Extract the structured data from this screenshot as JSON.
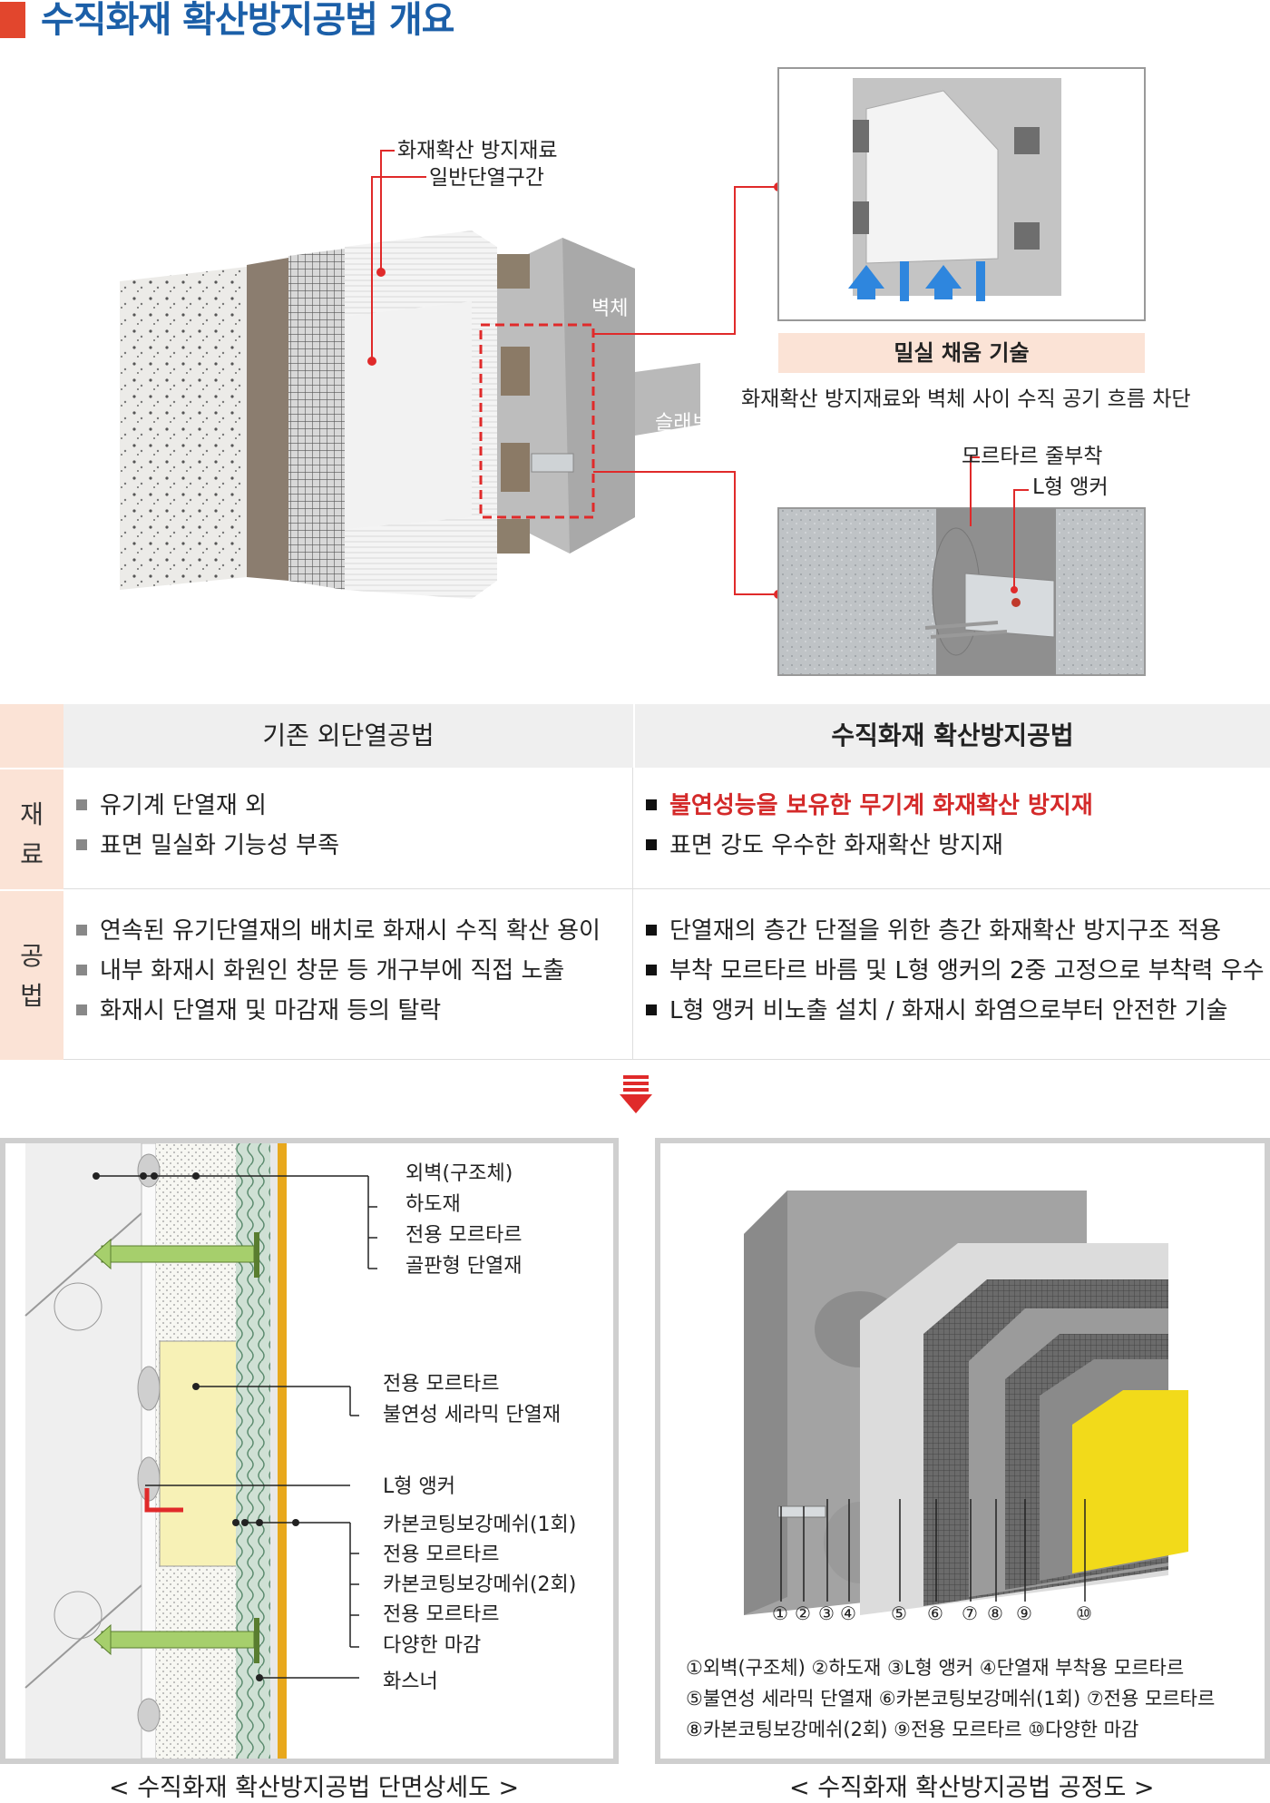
{
  "header": {
    "title": "수직화재 확산방지공법 개요"
  },
  "top_figure": {
    "labels": {
      "fire_material": "화재확산 방지재료",
      "general_zone": "일반단열구간",
      "wall": "벽체",
      "slab": "슬래브"
    },
    "callout_title": "밀실 채움 기술",
    "callout_desc": "화재확산 방지재료와 벽체 사이 수직 공기 흐름 차단",
    "anchor_labels": {
      "mortar": "모르타르 줄부착",
      "l_anchor": "L형 앵커"
    }
  },
  "comparison": {
    "col1": "기존 외단열공법",
    "col2": "수직화재 확산방지공법",
    "rows": [
      {
        "head": [
          "재",
          "료"
        ],
        "left": [
          "유기계 단열재 외",
          "표면 밀실화 기능성 부족"
        ],
        "right": [
          "불연성능을 보유한 무기계 화재확산 방지재",
          "표면 강도 우수한 화재확산 방지재"
        ]
      },
      {
        "head": [
          "공",
          "법"
        ],
        "left": [
          "연속된 유기단열재의 배치로 화재시 수직 확산 용이",
          "내부 화재시 화원인 창문 등 개구부에 직접 노출",
          "화재시 단열재 및 마감재 등의 탈락"
        ],
        "right": [
          "단열재의 층간 단절을 위한 층간 화재확산 방지구조 적용",
          "부착 모르타르 바름 및 L형 앵커의 2중 고정으로 부착력 우수",
          "L형 앵커 비노출 설치 / 화재시 화염으로부터 안전한 기술"
        ]
      }
    ]
  },
  "section_diagram": {
    "labels": [
      "외벽(구조체)",
      "하도재",
      "전용 모르타르",
      "골판형 단열재",
      "전용 모르타르",
      "불연성 세라믹 단열재",
      "L형 앵커",
      "카본코팅보강메쉬(1회)",
      "전용 모르타르",
      "카본코팅보강메쉬(2회)",
      "전용 모르타르",
      "다양한 마감",
      "화스너"
    ],
    "caption": "< 수직화재 확산방지공법 단면상세도 >"
  },
  "process_diagram": {
    "numbers": [
      "①",
      "②",
      "③",
      "④",
      "⑤",
      "⑥",
      "⑦",
      "⑧",
      "⑨",
      "⑩"
    ],
    "legend": [
      "①외벽(구조체)  ②하도재  ③L형 앵커  ④단열재 부착용 모르타르",
      "⑤불연성 세라믹 단열재  ⑥카본코팅보강메쉬(1회) ⑦전용 모르타르",
      "⑧카본코팅보강메쉬(2회)  ⑨전용 모르타르  ⑩다양한 마감"
    ],
    "caption": "< 수직화재 확산방지공법 공정도 >"
  },
  "colors": {
    "title": "#1b5fa8",
    "accent": "#e2462d",
    "highlight": "#d42a2a",
    "pink": "#fbe3d6"
  }
}
